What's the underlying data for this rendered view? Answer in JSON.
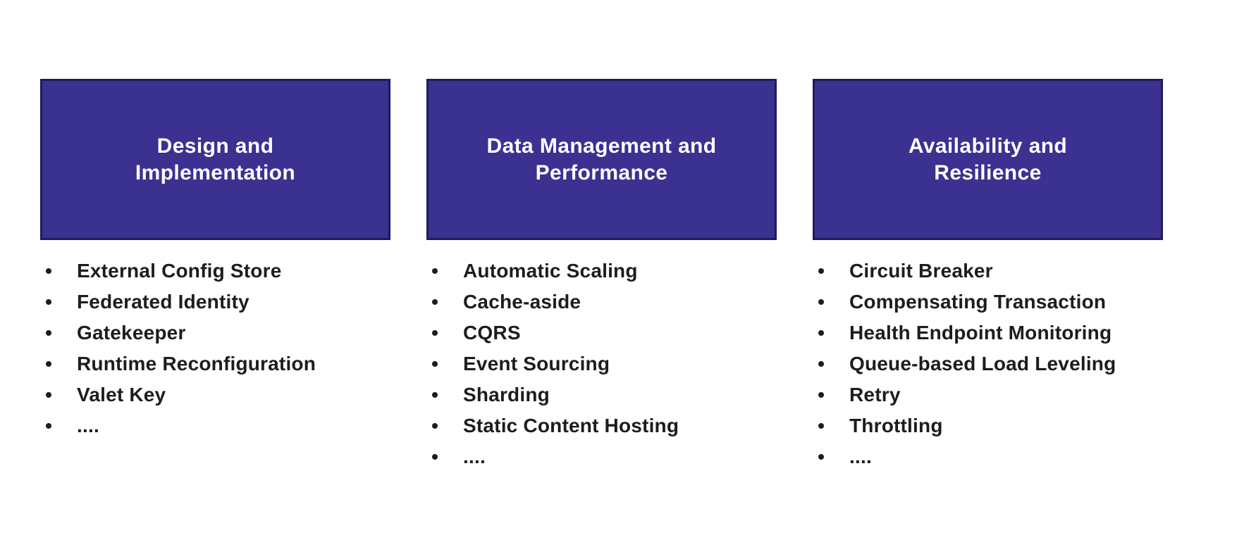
{
  "slide": {
    "colors": {
      "page_bg": "#FFFFFF",
      "box_fill": "#3B3191",
      "box_border": "#201A5E",
      "title_text": "#FFFFFF",
      "body_text": "#1D1D1F"
    },
    "columns": [
      {
        "title_line1": "Design and",
        "title_line2": "Implementation",
        "items": [
          "External Config Store",
          "Federated Identity",
          "Gatekeeper",
          "Runtime Reconfiguration",
          "Valet Key",
          "...."
        ]
      },
      {
        "title_line1": "Data Management and",
        "title_line2": "Performance",
        "items": [
          "Automatic Scaling",
          "Cache-aside",
          "CQRS",
          "Event Sourcing",
          "Sharding",
          "Static Content Hosting",
          "...."
        ]
      },
      {
        "title_line1": "Availability and",
        "title_line2": "Resilience",
        "items": [
          "Circuit Breaker",
          "Compensating Transaction",
          "Health Endpoint Monitoring",
          "Queue-based Load Leveling",
          "Retry",
          "Throttling",
          "...."
        ]
      }
    ]
  }
}
